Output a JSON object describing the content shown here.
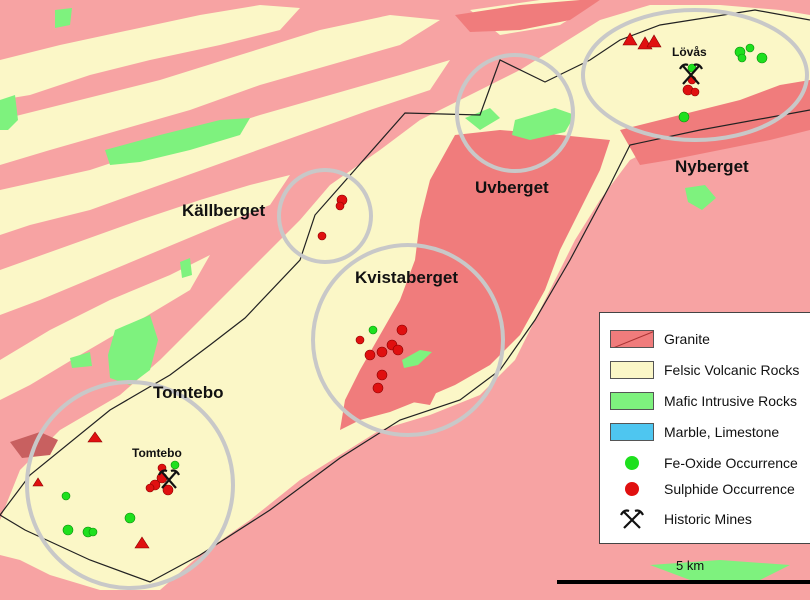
{
  "map": {
    "labels": {
      "kallberget": "Källberget",
      "uvberget": "Uvberget",
      "nyberget": "Nyberget",
      "kvistaberget": "Kvistaberget",
      "tomtebo": "Tomtebo",
      "tomtebo_mine": "Tomtebo",
      "lovas": "Lövås"
    },
    "colors": {
      "granite": "#f07c7c",
      "background_granite": "#f7a3a3",
      "felsic": "#fbf7c7",
      "mafic": "#7ef27e",
      "marble": "#4ec6f0",
      "fe_oxide": "#1ee01e",
      "sulphide": "#e01010"
    },
    "scale": {
      "label": "5 km"
    }
  },
  "legend": {
    "items": [
      {
        "label": "Granite"
      },
      {
        "label": "Felsic Volcanic Rocks"
      },
      {
        "label": "Mafic Intrusive Rocks"
      },
      {
        "label": "Marble, Limestone"
      },
      {
        "label": "Fe-Oxide Occurrence"
      },
      {
        "label": "Sulphide Occurrence"
      },
      {
        "label": "Historic Mines"
      }
    ]
  }
}
